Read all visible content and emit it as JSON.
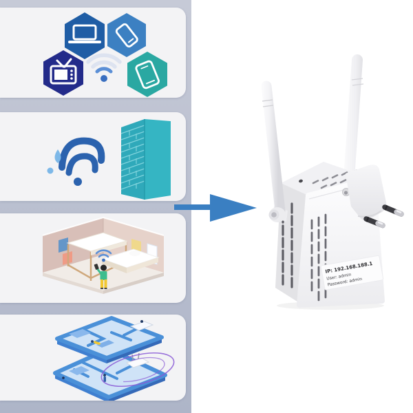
{
  "image": {
    "type": "product-infographic",
    "subject": "Wireless WiFi repeater range extender with EU plug"
  },
  "colors": {
    "background": "#ffffff",
    "strip": "#bcc2d2",
    "panel": "#f3f3f5",
    "arrow": "#3a7fc2",
    "hex_laptop": "#1f5da5",
    "hex_phone": "#3c80c2",
    "hex_tv": "#232b8a",
    "hex_tablet": "#2aa8a2",
    "wifi_arc_light": "#dde3f0",
    "wifi_arc_blue": "#5b8fd6",
    "wifi_dot": "#3a6fc0",
    "wall_front": "#35b5c3",
    "wall_bricks": "#2fa9ba",
    "wall_mortar": "#7fd3dc",
    "blocked_wifi": "#2b62ae",
    "droplet": "#7db8e8",
    "room_wall_left": "#d8bfb8",
    "room_wall_right": "#e6d2ca",
    "room_floor": "#f1ece7",
    "art_blue": "#6596c8",
    "art_salmon": "#ef9b86",
    "art_yellow": "#f0d98c",
    "shirt_green": "#3dbd8e",
    "pants_yellow": "#f2c832",
    "plan_wall": "#4a90d8",
    "plan_wall_dark": "#3f7fd0",
    "plan_wall_side": "#3569b8",
    "plan_floor": "#cfe3f7",
    "plan_furniture": "#8ab8ec",
    "coverage_ring": "#8a5bd6",
    "device_body": "#f6f6f8"
  },
  "panels": [
    {
      "id": "connected-devices",
      "icons": [
        "laptop-icon",
        "smartphone-icon",
        "tv-icon",
        "wifi-icon",
        "tablet-icon"
      ]
    },
    {
      "id": "signal-blocked-by-wall",
      "icons": [
        "brick-wall",
        "drooping-wifi-icon",
        "droplet-icon"
      ]
    },
    {
      "id": "weak-coverage-room",
      "icons": [
        "isometric-room",
        "person-with-phone",
        "wifi-icon"
      ]
    },
    {
      "id": "extended-coverage-floorplan",
      "icons": [
        "isometric-floorplan",
        "router-icon",
        "coverage-ring"
      ]
    }
  ],
  "arrow": {
    "icon": "arrow-right-icon",
    "direction": "right"
  },
  "product": {
    "name": "wifi-repeater-with-eu-plug",
    "features": [
      "antenna-left",
      "antenna-right",
      "vent-slits",
      "wps-hole",
      "eu-plug",
      "info-label"
    ],
    "label": {
      "line1": "IP: 192.168.188.1",
      "line2": "User: admin",
      "line3": "Password: admin"
    }
  }
}
